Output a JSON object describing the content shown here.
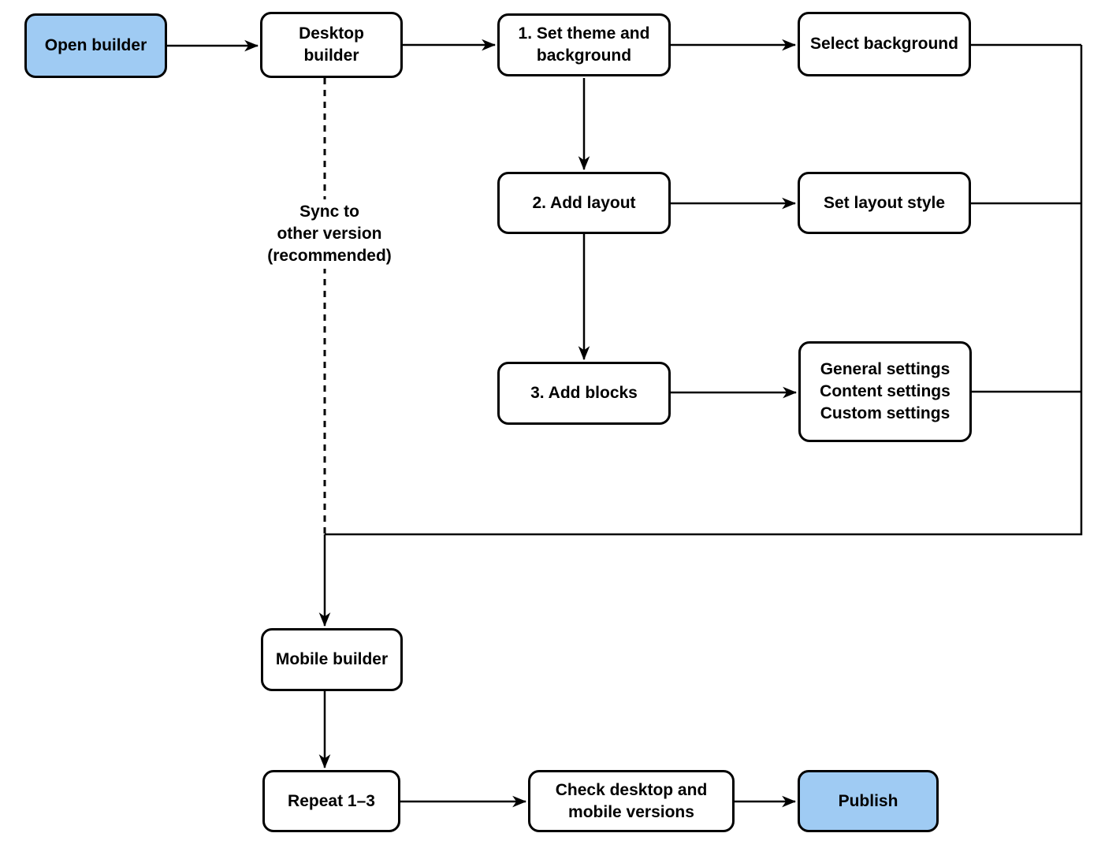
{
  "diagram": {
    "colors": {
      "canvas_background": "#ffffff",
      "node_fill": "#ffffff",
      "accent_fill": "#9fcbf3",
      "stroke": "#000000",
      "text": "#000000"
    },
    "nodes": {
      "open_builder": {
        "label": "Open builder",
        "accent": true
      },
      "desktop_builder": {
        "label": "Desktop\nbuilder",
        "accent": false
      },
      "set_theme_background": {
        "label": "1. Set theme and\nbackground",
        "accent": false
      },
      "select_background": {
        "label": "Select background",
        "accent": false
      },
      "add_layout": {
        "label": "2. Add layout",
        "accent": false
      },
      "set_layout_style": {
        "label": "Set layout style",
        "accent": false
      },
      "add_blocks": {
        "label": "3. Add blocks",
        "accent": false
      },
      "block_settings": {
        "label": "General settings\nContent settings\nCustom settings",
        "accent": false
      },
      "mobile_builder": {
        "label": "Mobile builder",
        "accent": false
      },
      "repeat_steps": {
        "label": "Repeat 1–3",
        "accent": false
      },
      "check_versions": {
        "label": "Check desktop and\nmobile versions",
        "accent": false
      },
      "publish": {
        "label": "Publish",
        "accent": true
      }
    },
    "annotations": {
      "sync_note": "Sync to\nother version\n(recommended)"
    }
  }
}
